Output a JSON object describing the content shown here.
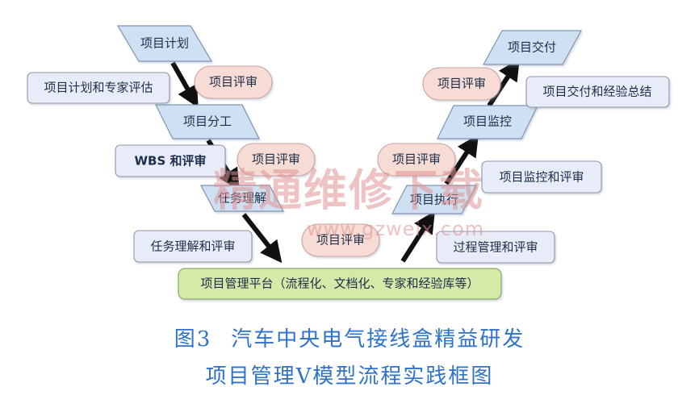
{
  "diagram": {
    "left_steps": {
      "plan": "项目计划",
      "division": "项目分工",
      "task": "任务理解"
    },
    "right_steps": {
      "execute": "项目执行",
      "monitor": "项目监控",
      "deliver": "项目交付"
    },
    "left_notes": {
      "plan_review": "项目计划和专家评估",
      "wbs_review": "WBS 和评审",
      "task_review": "任务理解和评审"
    },
    "right_notes": {
      "deliver_summary": "项目交付和经验总结",
      "monitor_review": "项目监控和评审",
      "process_review": "过程管理和评审"
    },
    "reviews": {
      "left_upper": "项目评审",
      "left_lower": "项目评审",
      "bottom": "项目评审",
      "right_lower": "项目评审",
      "right_upper": "项目评审"
    },
    "platform": "项目管理平台（流程化、文档化、专家和经验库等）",
    "watermark": {
      "title": "精通维修下载",
      "url": "www.gzweix.com"
    },
    "colors": {
      "step_fill": "#cfe0f2",
      "note_fill": "#e8ecf8",
      "review_fill": "#f7dcd6",
      "platform_fill": "#d5e9a8",
      "arrow": "#111111"
    }
  },
  "caption": {
    "label": "图3",
    "line1": "汽车中央电气接线盒精益研发",
    "line2": "项目管理V模型流程实践框图"
  }
}
